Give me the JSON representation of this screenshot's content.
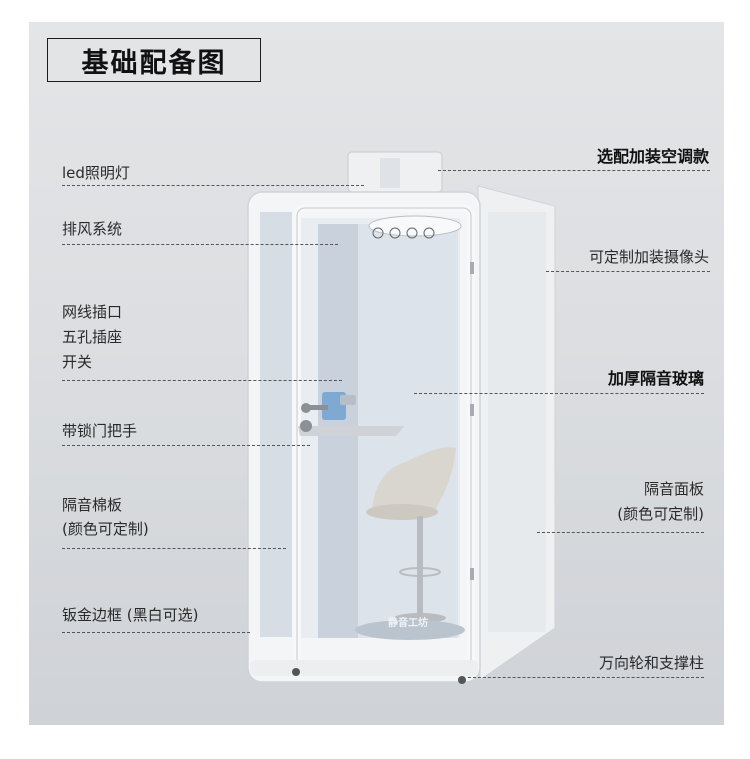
{
  "title": "基础配备图",
  "left_labels": [
    {
      "text": "led照明灯"
    },
    {
      "text": "排风系统"
    },
    {
      "text": "网线插口"
    },
    {
      "text": "五孔插座"
    },
    {
      "text": "开关"
    },
    {
      "text": "带锁门把手"
    },
    {
      "text": "隔音棉板"
    },
    {
      "text": "(颜色可定制)"
    },
    {
      "text": "钣金边框 (黑白可选)"
    }
  ],
  "right_labels": [
    {
      "text": "选配加装空调款"
    },
    {
      "text": "可定制加装摄像头"
    },
    {
      "text": "加厚隔音玻璃"
    },
    {
      "text": "隔音面板"
    },
    {
      "text": "(颜色可定制)"
    },
    {
      "text": "万向轮和支撑柱"
    }
  ],
  "logo_text": "静音工坊",
  "colors": {
    "booth_frame": "#f4f5f6",
    "felt": "#c9d2dc",
    "glass": "#e7ebef",
    "chair": "#d9d6cf"
  }
}
